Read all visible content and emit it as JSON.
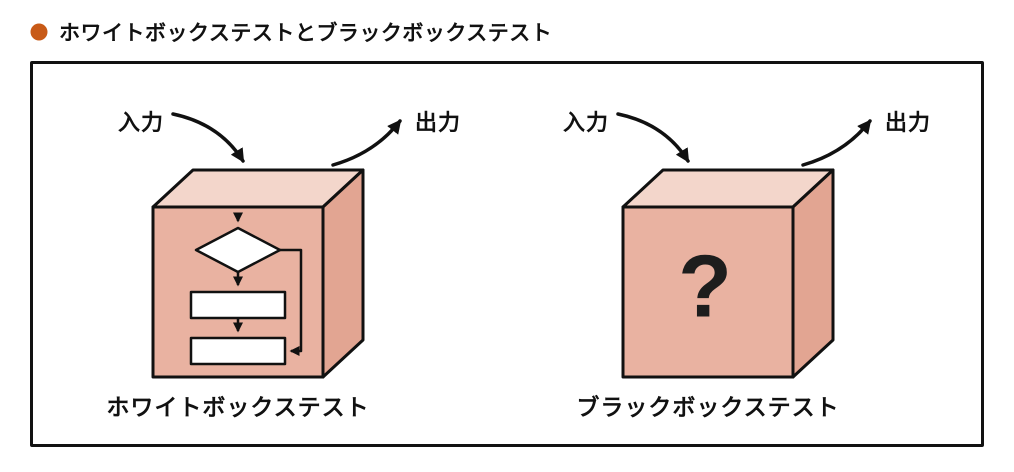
{
  "title": {
    "text": "ホワイトボックステストとブラックボックステスト"
  },
  "colors": {
    "bullet": "#c85a17",
    "box_front": "#e9b2a1",
    "box_top": "#f3d6cb",
    "box_side": "#e2a592",
    "outline": "#111111"
  },
  "whitebox": {
    "input_label": "入力",
    "output_label": "出力",
    "caption": "ホワイトボックステスト"
  },
  "blackbox": {
    "input_label": "入力",
    "output_label": "出力",
    "caption": "ブラックボックステスト",
    "mark": "?"
  }
}
